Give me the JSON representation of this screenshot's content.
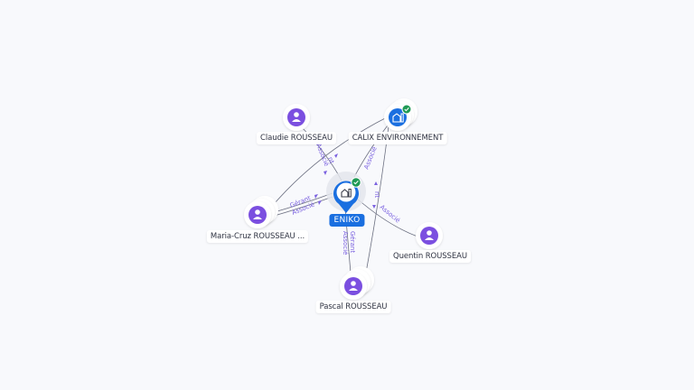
{
  "graph": {
    "center": {
      "id": "eniko",
      "label": "ENIKO",
      "type": "company",
      "verified": true,
      "icon": "building-icon",
      "color": "#1a6fe0"
    },
    "nodes": [
      {
        "id": "calix",
        "label": "CALIX ENVIRONNEMENT",
        "type": "company",
        "verified": true,
        "icon": "building-icon",
        "stacked": true
      },
      {
        "id": "claudie",
        "label": "Claudie ROUSSEAU",
        "type": "person",
        "icon": "person-icon",
        "stacked": false
      },
      {
        "id": "maria",
        "label": "Maria-Cruz ROUSSEAU ...",
        "type": "person",
        "icon": "person-icon",
        "stacked": true
      },
      {
        "id": "quentin",
        "label": "Quentin ROUSSEAU",
        "type": "person",
        "icon": "person-icon",
        "stacked": false
      },
      {
        "id": "pascal",
        "label": "Pascal ROUSSEAU",
        "type": "person",
        "icon": "person-icon",
        "stacked": true
      }
    ],
    "edges": [
      {
        "from": "claudie",
        "to": "eniko",
        "labels": [
          "Associé",
          "nt"
        ]
      },
      {
        "from": "calix",
        "to": "eniko",
        "labels": [
          "Associé"
        ]
      },
      {
        "from": "maria",
        "to": "eniko",
        "labels": [
          "Gérant",
          "Associé"
        ]
      },
      {
        "from": "pascal",
        "to": "eniko",
        "labels": [
          "Gérant",
          "Associé"
        ]
      },
      {
        "from": "quentin",
        "to": "eniko",
        "labels": [
          "Associé"
        ]
      },
      {
        "from": "pascal",
        "to": "calix",
        "labels": [
          "nt"
        ]
      },
      {
        "from": "maria",
        "to": "calix",
        "labels": []
      }
    ],
    "colors": {
      "person": "#7b4fe0",
      "company": "#1a6fe0",
      "verified": "#1f9a55",
      "edge_label": "#7b62e0",
      "edge": "#6b6f80"
    }
  }
}
